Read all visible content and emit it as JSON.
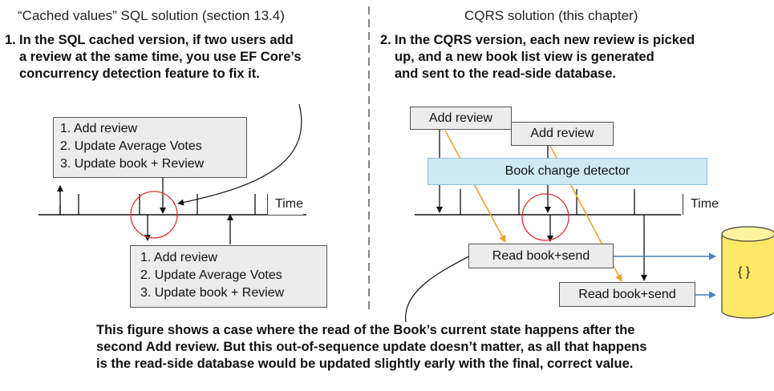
{
  "left": {
    "heading": "“Cached values” SQL solution (section 13.4)",
    "note_num": "1.",
    "note_lines": [
      "In the SQL cached version, if two users add",
      "a review at the same time, you use EF Core’s",
      "concurrency detection feature to fix it."
    ],
    "box_top": [
      "1. Add review",
      "2. Update Average Votes",
      "3. Update book + Review"
    ],
    "box_bottom": [
      "1. Add review",
      "2. Update Average Votes",
      "3. Update book + Review"
    ],
    "time_label": "Time"
  },
  "right": {
    "heading": "CQRS solution (this chapter)",
    "note_num": "2.",
    "note_lines": [
      "In the CQRS version, each new review is picked",
      "up, and a new book list view is generated",
      "and sent to the read-side database."
    ],
    "add_review_1": "Add review",
    "add_review_2": "Add review",
    "detector": "Book change detector",
    "time_label": "Time",
    "read_send_1": "Read book+send",
    "read_send_2": "Read book+send",
    "database_label": "{ }"
  },
  "caption_lines": [
    "This figure shows a case where the read of the Book’s current state happens after the",
    "second Add review. But this out-of-sequence update doesn’t matter, as all that happens",
    "is the read-side database would be updated slightly early with the final, correct value."
  ],
  "colors": {
    "orange_arrow": "#f0a030",
    "blue_arrow": "#4a7fc0",
    "highlight_circle": "#e03030",
    "detector_fill": "#cfe9f4",
    "database_fill": "#ffe866"
  }
}
